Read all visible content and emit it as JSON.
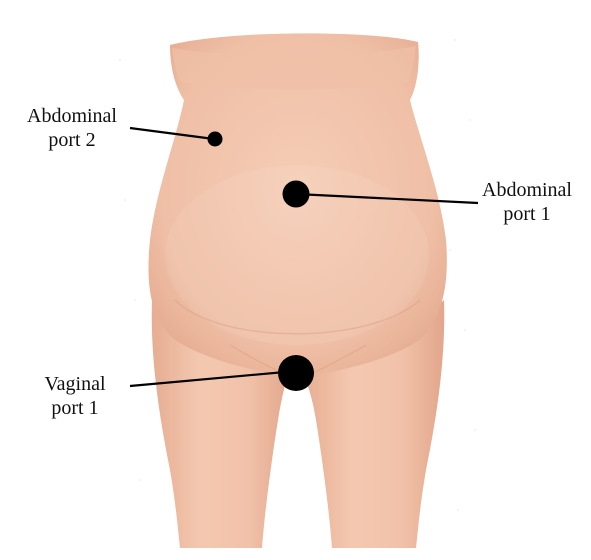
{
  "diagram": {
    "labels": {
      "abdominal_port_2": {
        "line1": "Abdominal",
        "line2": "port 2"
      },
      "abdominal_port_1": {
        "line1": "Abdominal",
        "line2": "port 1"
      },
      "vaginal_port_1": {
        "line1": "Vaginal",
        "line2": "port 1"
      }
    },
    "colors": {
      "skin": "#f3c4ab",
      "skin_shadow": "#e2a58a",
      "marker": "#000000",
      "background": "#ffffff"
    }
  }
}
